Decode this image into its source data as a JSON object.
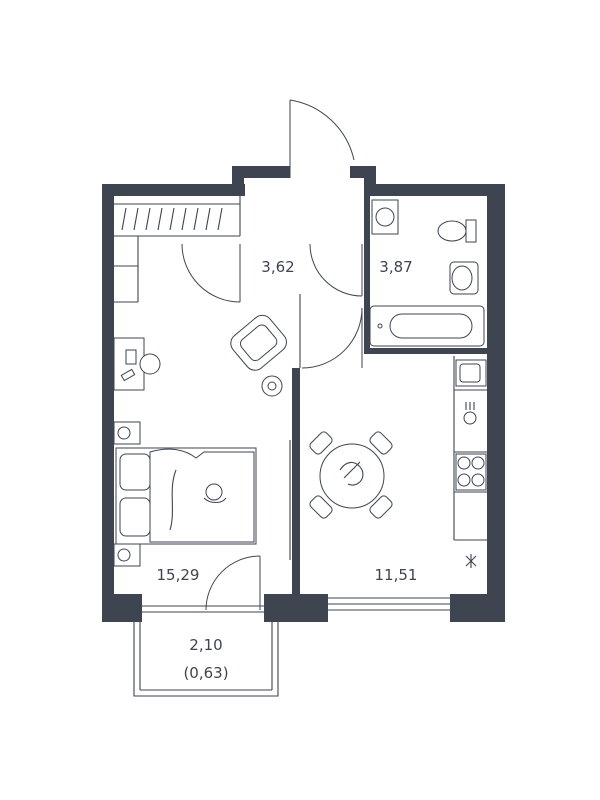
{
  "floor_plan": {
    "rooms": [
      {
        "id": "hallway",
        "area": "3,62"
      },
      {
        "id": "bathroom",
        "area": "3,87"
      },
      {
        "id": "bedroom",
        "area": "15,29"
      },
      {
        "id": "kitchen",
        "area": "11,51"
      },
      {
        "id": "balcony",
        "area": "2,10",
        "reduced_area": "(0,63)"
      }
    ],
    "colors": {
      "walls": "#3e4550",
      "background": "#ffffff"
    },
    "icons": [
      "armchair-icon",
      "desk-icon",
      "double-bed-icon",
      "dining-table-icon",
      "bathtub-icon",
      "toilet-icon",
      "washbasin-icon",
      "washing-machine-icon",
      "kitchen-sink-icon",
      "hob-icon",
      "wardrobe-icon",
      "floor-lamp-icon"
    ]
  }
}
